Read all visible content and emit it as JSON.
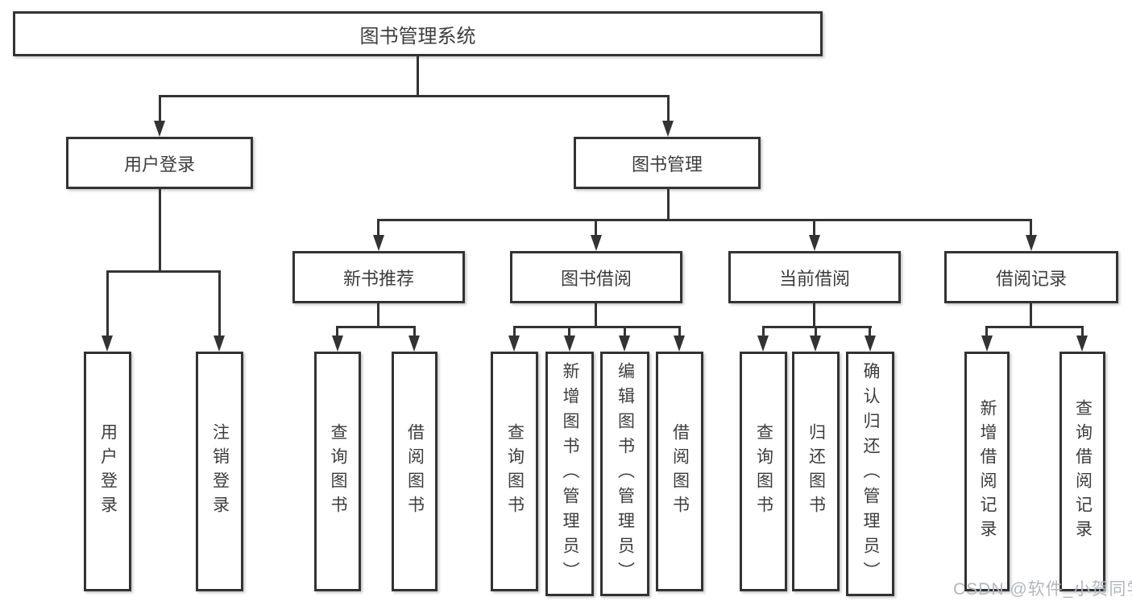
{
  "tree": {
    "label": "图书管理系统",
    "children": [
      {
        "label": "用户登录",
        "children": [
          {
            "label": "用户登录"
          },
          {
            "label": "注销登录"
          }
        ]
      },
      {
        "label": "图书管理",
        "children": [
          {
            "label": "新书推荐",
            "children": [
              {
                "label": "查询图书"
              },
              {
                "label": "借阅图书"
              }
            ]
          },
          {
            "label": "图书借阅",
            "children": [
              {
                "label": "查询图书"
              },
              {
                "label": "新增图书（管理员）"
              },
              {
                "label": "编辑图书（管理员）"
              },
              {
                "label": "借阅图书"
              }
            ]
          },
          {
            "label": "当前借阅",
            "children": [
              {
                "label": "查询图书"
              },
              {
                "label": "归还图书"
              },
              {
                "label": "确认归还（管理员）"
              }
            ]
          },
          {
            "label": "借阅记录",
            "children": [
              {
                "label": "新增借阅记录"
              },
              {
                "label": "查询借阅记录"
              }
            ]
          }
        ]
      }
    ]
  },
  "watermark": "CSDN @软件_小贺同学",
  "colors": {
    "line": "#333333",
    "text": "#3d3d3d",
    "watermark": "#b4b7bc",
    "background": "#ffffff"
  }
}
